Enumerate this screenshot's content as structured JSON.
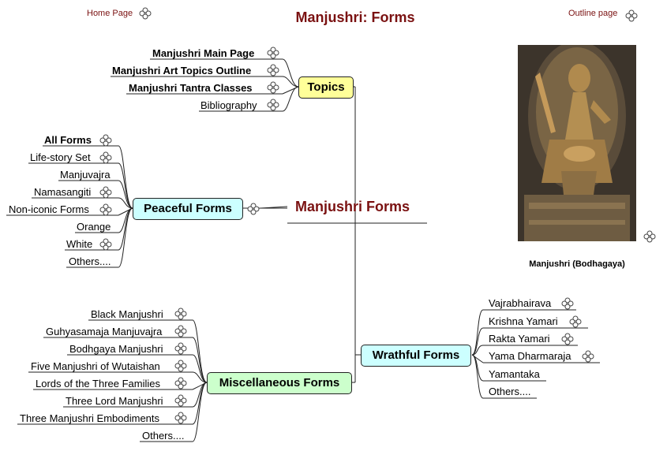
{
  "page_title": "Manjushri: Forms",
  "nav": {
    "home_link": "Home Page",
    "outline_link": "Outline page"
  },
  "central_topic": "Manjushri Forms",
  "photo": {
    "caption": "Manjushri (Bodhagaya)"
  },
  "branches": {
    "topics": {
      "label": "Topics",
      "color": "#ffff99",
      "items": [
        "Manjushri Main Page",
        "Manjushri Art Topics Outline",
        "Manjushri Tantra Classes",
        "Bibliography"
      ]
    },
    "peaceful": {
      "label": "Peaceful Forms",
      "color": "#ccffff",
      "items": [
        "All Forms",
        "Life-story Set",
        "Manjuvajra",
        "Namasangiti",
        "Non-iconic Forms",
        "Orange",
        "White",
        "Others...."
      ]
    },
    "miscellaneous": {
      "label": "Miscellaneous Forms",
      "color": "#ccffcc",
      "items": [
        "Black Manjushri",
        "Guhyasamaja Manjuvajra",
        "Bodhgaya Manjushri",
        "Five Manjushri of Wutaishan",
        "Lords of the Three Families",
        "Three Lord Manjushri",
        "Three Manjushri Embodiments",
        "Others...."
      ]
    },
    "wrathful": {
      "label": "Wrathful Forms",
      "color": "#ccffff",
      "items": [
        "Vajrabhairava",
        "Krishna Yamari",
        "Rakta Yamari",
        "Yama Dharmaraja",
        "Yamantaka",
        "Others...."
      ]
    }
  },
  "icons": {
    "link_icon": "four-circle-hyperlink-icon"
  }
}
